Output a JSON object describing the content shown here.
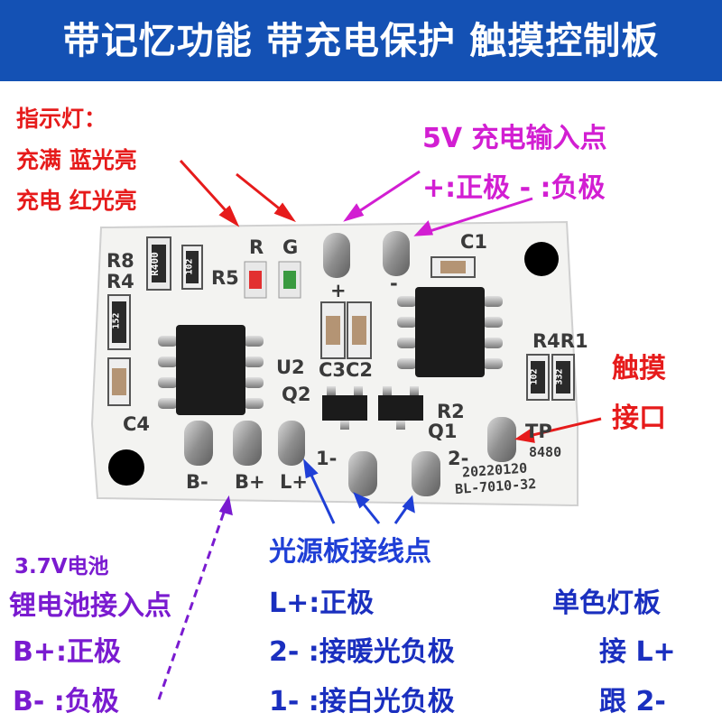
{
  "header": {
    "title": "带记忆功能 带充电保护 触摸控制板"
  },
  "indicator": {
    "title": "指示灯：",
    "full": "充满 蓝光亮",
    "charging": "充电 红光亮"
  },
  "charge_input": {
    "title": "5V 充电输入点",
    "polarity": "+:正极  - :负极"
  },
  "touch": {
    "line1": "触摸",
    "line2": "接口"
  },
  "light_board": {
    "title": "光源板接线点"
  },
  "battery": {
    "capacity": "3.7V电池",
    "title": "锂电池接入点",
    "plus": "B+:正极",
    "minus": "B- :负极"
  },
  "pins": {
    "lplus": "L+:正极",
    "two": "2- :接暖光负极",
    "one": "1- :接白光负极"
  },
  "single_color": {
    "title": "单色灯板",
    "line1": "接 L+",
    "line2": "跟  2-"
  },
  "pcb": {
    "labels": {
      "R8": "R8",
      "R4": "R4",
      "R5": "R5",
      "R": "R",
      "G": "G",
      "C1": "C1",
      "plus": "+",
      "minus": "-",
      "C3C2": "C3C2",
      "U2": "U2",
      "Q2": "Q2",
      "R4R1": "R4R1",
      "R2": "R2",
      "Q1": "Q1",
      "C4": "C4",
      "TP": "TP",
      "B-": "B-",
      "B+": "B+",
      "L+": "L+",
      "1-": "1-",
      "2-": "2-",
      "code1": "8480",
      "date": "20220120",
      "model": "BL-7010-32"
    },
    "resistor_codes": {
      "r8": "R400",
      "r4": "152",
      "r5": "102",
      "r4b": "102",
      "r1": "332"
    },
    "colors": {
      "board": "#f4f4f4",
      "chip": "#1b1b1b",
      "pad": "#9a9a9a",
      "red_led": "#e23030",
      "green_led": "#3a9a40"
    }
  }
}
